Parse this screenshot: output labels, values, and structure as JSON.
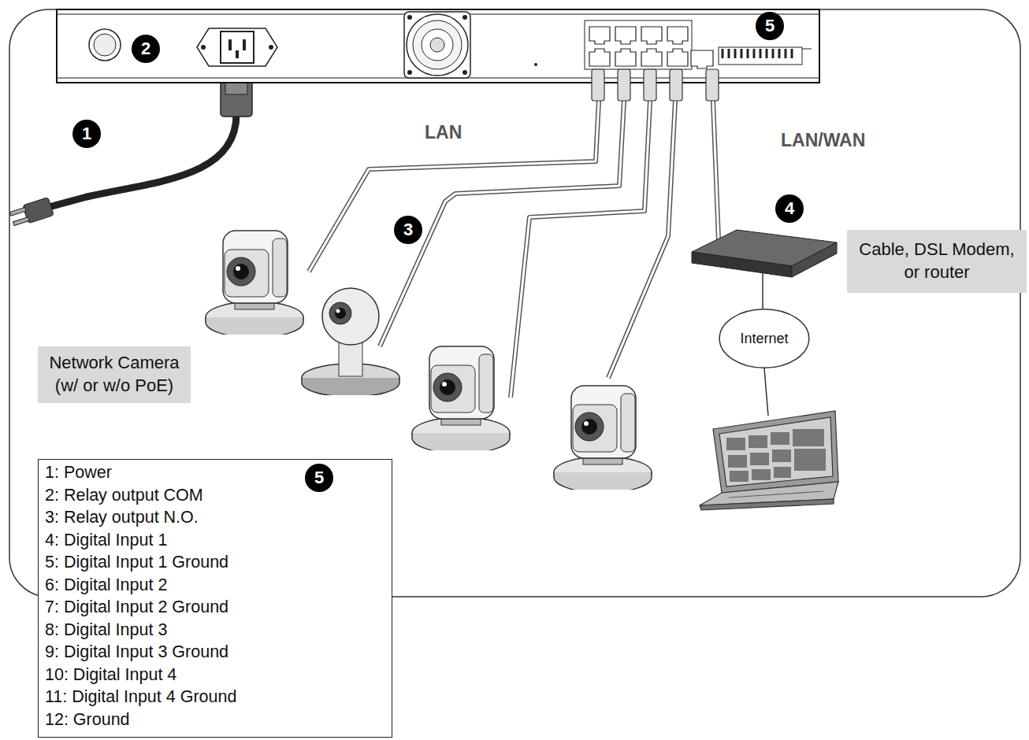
{
  "diagram": {
    "nodes": [
      {
        "text": [
          "Cable, DSL Modem, or router"
        ]
      },
      {
        "text": [
          "Internet"
        ]
      },
      {
        "text": [
          "Network Camera (w/ or w/o PoE)"
        ]
      },
      {
        "text": [
          "1: Power",
          "2: Relay output COM",
          "3: Relay output N.O.",
          "4: Digital Input 1",
          "5: Digital Input 1 Ground",
          "6: Digital Input 2",
          "7: Digital Input 2 Ground",
          "8: Digital Input 3",
          "9: Digital Input 3 Ground",
          "10: Digital Input 4",
          "11: Digital Input 4 Ground",
          "12: Ground"
        ]
      }
    ],
    "labels": [
      "5",
      "2",
      "1",
      "LAN",
      "LAN/WAN",
      "3",
      "4",
      "5"
    ]
  }
}
